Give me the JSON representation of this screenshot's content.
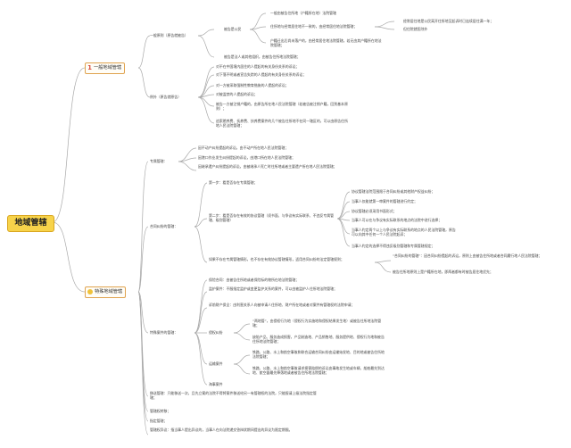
{
  "root": "地域管辖",
  "branch1": {
    "label": "一般地域管辖",
    "icon": "number-one-icon",
    "principle": {
      "label": "一般原则（原告就被告）",
      "citizen": {
        "label": "被告是公民",
        "domicile": "一般由被告住所地（户籍所在地）法院管辖",
        "habitual": "住所地与经常居住地不一致的，由经常居住地法院管辖；",
        "habitual_note1": "经常居住地是公民离开住所地至起诉时已连续居住满一年；",
        "habitual_note2": "但住院就医除外",
        "deregistered": "户籍迁出后尚未落户的，由经常居住地法院管辖，若无由其户籍所在地法院管辖；"
      },
      "org": "被告是法人或其他组织，由被告住所地法院管辖；"
    },
    "exceptions": {
      "label": "例外（原告就原告）",
      "items": [
        "对不在中国境内居住的人提起的有关身份关系的诉讼；",
        "对下落不明或者宣告失踪的人提起的有关身份关系的诉讼；",
        "对一方被采取强制性教育措施的人提起的诉讼；",
        "对被监禁的人提起的诉讼；",
        "被告一方被注销户籍的，由原告所在地人民法院管辖（若被告被注销户籍，回到基本原则）；",
        "追索赡养费、抚养费、扶养费案件的几个被告住所地不在同一辖区的，可以由原告住所地人民法院管辖；"
      ]
    }
  },
  "branch2": {
    "label": "特殊地域管辖",
    "icon": "star-bullet-icon",
    "exclusive": {
      "label": "专属管辖：",
      "items": [
        "因不动产纠纷提起的诉讼，由不动产所在地人民法院管辖；",
        "因港口作业发生纠纷提起的诉讼，由港口所在地人民法院管辖；",
        "因继承遗产纠纷提起的诉讼，由被继承人死亡时住所地或者主要遗产所在地人民法院管辖；"
      ]
    },
    "contract": {
      "label": "合同纠纷的管辖：",
      "step1": "第一步：看是否存在专属管辖；",
      "step2": "第二步：看是否存在有效的协议管辖（须书面、与争议有实际联系、不违反专属管辖、级别管辖）",
      "step2_items": [
        "协议管辖法院范围限于合同纠纷或其他财产权益纠纷；",
        "当事人仅能就第一审案件的管辖进行约定；",
        "协议管辖必须采用书面形式；",
        "当事人可以在与争议有实际联系的地点的法院中进行选择；",
        "当事人约定两个以上与争议有实际联系的地点的人民法院管辖，原告可以向其中任何一个人民法院起诉；",
        "当事人约定的选择不得违反级别管辖和专属管辖规定；"
      ],
      "step3": "如果不存在专属管辖情形，也不存在有效协议管辖情形，适用合同纠纷的法定管辖规则；",
      "step3_items": [
        "“合同纠纷的管辖”：因合同纠纷提起的诉讼，原则上由被告住所地或者合同履行地人民法院管辖；",
        "被告住所地原则上是户籍所在地，即两者都有时被告居住地优先；"
      ]
    },
    "special": {
      "label": "特殊案件的管辖：",
      "items": [
        "保险合同：由被告住所地或者保险标的物所在地法院管辖；",
        "监护案件：不服指定监护或变更监护关系的案件，可以由被监护人住所地法院管辖；",
        "诉前财产保全：由利害关系人向被申请人住所地、财产所在地或者对案件有管辖权的法院申请；"
      ],
      "infringe": {
        "label": "侵权纠纷",
        "items": [
          "“两地管”，由侵权行为地（侵权行为实施地和侵权结果发生地）或被告住所地法院管辖；",
          "缺陷产品、服务造成损害，产品制造地、产品销售地、服务提供地、侵权行为地和被告住所地法院管辖；"
        ]
      },
      "transport": {
        "label": "运输案件",
        "items": [
          "铁路、公路、水上和航空事故和联合运输合同纠纷由运输始发地、目的地或被告住所地法院管辖；",
          "铁路、公路、水上和航空事故请求损害赔偿的诉讼由事故发生地或车辆、船舶最先到达地、航空器最先降落地或者被告住所地法院管辖；"
        ]
      },
      "maritime": "海事案件"
    },
    "tail_items": [
      "移送管辖：只能移送一次，且先立案的法院不得将案件移送给另一有管辖权的法院，只能报请上级法院指定管辖；",
      "管辖权转移；",
      "指定管辖；",
      "管辖权异议：指当事人提出异议的，当事人在向法院递交答辩状期间提出的异议为限定期限。"
    ]
  }
}
